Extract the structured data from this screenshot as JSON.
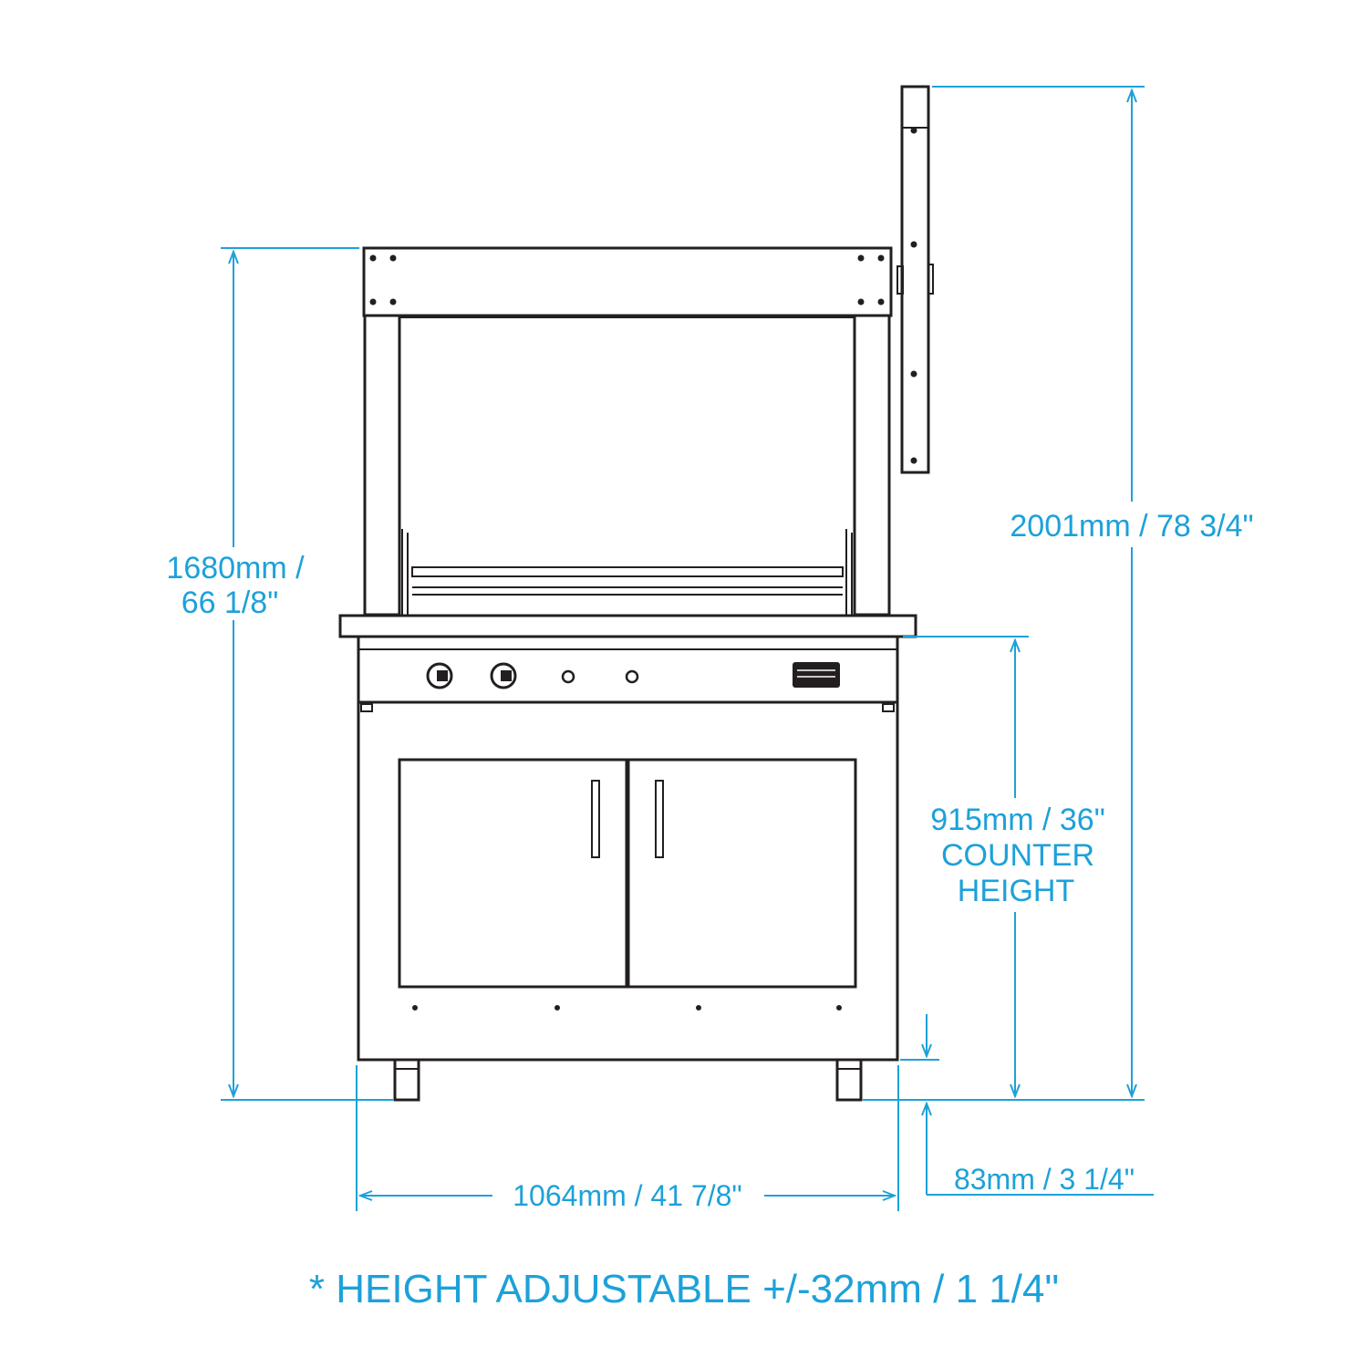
{
  "colors": {
    "dimension": "#1da1d9",
    "outline": "#231f20",
    "background": "#ffffff"
  },
  "dimensions": {
    "overall_height_line1": "1680mm /",
    "overall_height_line2": "66 1/8\"",
    "rotisserie_height": "2001mm / 78 3/4\"",
    "counter_height_line1": "915mm / 36\"",
    "counter_height_line2": "COUNTER",
    "counter_height_line3": "HEIGHT",
    "leg_height": "83mm / 3 1/4\"",
    "width": "1064mm / 41 7/8\""
  },
  "note": "* HEIGHT ADJUSTABLE +/-32mm / 1 1/4\"",
  "parts": {
    "control_knobs": [
      "knob-left",
      "knob-right"
    ],
    "ignition_buttons": [
      "button-left",
      "button-right"
    ],
    "doors": [
      "door-left",
      "door-right"
    ],
    "badge_icon": "brand-badge-icon"
  }
}
